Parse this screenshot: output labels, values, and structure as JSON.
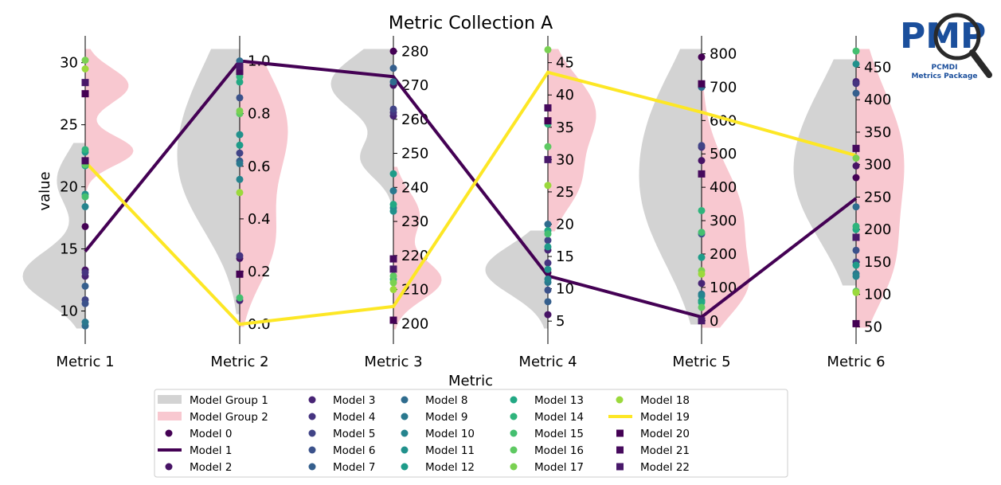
{
  "chart_data": {
    "type": "parallel-coordinate",
    "title": "Metric Collection A",
    "xlabel": "Metric",
    "ylabel": "value",
    "metrics": [
      "Metric 1",
      "Metric 2",
      "Metric 3",
      "Metric 4",
      "Metric 5",
      "Metric 6"
    ],
    "axes": [
      {
        "ylim": [
          8.3,
          31.2
        ],
        "ticks": [
          10,
          15,
          20,
          25,
          30
        ]
      },
      {
        "ylim": [
          -0.03,
          1.05
        ],
        "ticks": [
          "0.0",
          "0.2",
          "0.4",
          "0.6",
          "0.8",
          "1.0"
        ]
      },
      {
        "ylim": [
          197.5,
          281
        ],
        "ticks": [
          200,
          210,
          220,
          230,
          240,
          250,
          260,
          270,
          280
        ]
      },
      {
        "ylim": [
          3.3,
          47.3
        ],
        "ticks": [
          5,
          10,
          15,
          20,
          25,
          30,
          35,
          40,
          45
        ]
      },
      {
        "ylim": [
          -34,
          818
        ],
        "ticks": [
          0,
          100,
          200,
          300,
          400,
          500,
          600,
          700,
          800
        ]
      },
      {
        "ylim": [
          42,
          480
        ],
        "ticks": [
          50,
          100,
          150,
          200,
          250,
          300,
          350,
          400,
          450
        ]
      }
    ],
    "groups": [
      {
        "name": "Model Group 1",
        "color": "#d3d3d3",
        "side": "left"
      },
      {
        "name": "Model Group 2",
        "color": "#f8c8d0",
        "side": "right"
      }
    ],
    "highlighted_lines": [
      {
        "name": "Model 1",
        "color": "#440154",
        "values": [
          14.8,
          1.0,
          272.5,
          12.0,
          11.0,
          248
        ]
      },
      {
        "name": "Model 19",
        "color": "#fde725",
        "values": [
          22.0,
          0.0,
          205.0,
          43.5,
          625,
          314
        ]
      }
    ],
    "legend": [
      "Model Group 1",
      "Model Group 2",
      "Model 0",
      "Model 1",
      "Model 2",
      "Model 3",
      "Model 4",
      "Model 5",
      "Model 6",
      "Model 7",
      "Model 8",
      "Model 9",
      "Model 10",
      "Model 11",
      "Model 12",
      "Model 13",
      "Model 14",
      "Model 15",
      "Model 16",
      "Model 17",
      "Model 18",
      "Model 19",
      "Model 20",
      "Model 21",
      "Model 22"
    ],
    "legend_location": "bottom-center",
    "grid": false,
    "models": [
      {
        "name": "Model 0",
        "marker": "circle",
        "color": "#440154",
        "values": [
          16.8,
          0.98,
          280,
          12.5,
          790,
          280
        ]
      },
      {
        "name": "Model 2",
        "marker": "circle",
        "color": "#471365",
        "values": [
          13.3,
          0.25,
          270,
          6.0,
          480,
          298
        ]
      },
      {
        "name": "Model 3",
        "marker": "circle",
        "color": "#482475",
        "values": [
          12.8,
          0.09,
          261,
          16.0,
          112,
          428
        ]
      },
      {
        "name": "Model 4",
        "marker": "circle",
        "color": "#463480",
        "values": [
          13.1,
          0.26,
          262,
          14.0,
          520,
          425
        ]
      },
      {
        "name": "Model 5",
        "marker": "circle",
        "color": "#414487",
        "values": [
          10.9,
          0.65,
          263,
          17.5,
          525,
          150
        ]
      },
      {
        "name": "Model 6",
        "marker": "circle",
        "color": "#3b528b",
        "values": [
          10.6,
          0.86,
          271,
          9.8,
          260,
          168
        ]
      },
      {
        "name": "Model 7",
        "marker": "circle",
        "color": "#355f8d",
        "values": [
          12.0,
          0.62,
          275,
          8.0,
          700,
          410
        ]
      },
      {
        "name": "Model 8",
        "marker": "circle",
        "color": "#2f6c8e",
        "values": [
          8.8,
          1.0,
          271,
          20.0,
          700,
          235
        ]
      },
      {
        "name": "Model 9",
        "marker": "circle",
        "color": "#2a788e",
        "values": [
          9.1,
          0.61,
          239,
          11.0,
          80,
          132
        ]
      },
      {
        "name": "Model 10",
        "marker": "circle",
        "color": "#25848e",
        "values": [
          18.4,
          0.55,
          234,
          11.5,
          75,
          128
        ]
      },
      {
        "name": "Model 11",
        "marker": "circle",
        "color": "#21918c",
        "values": [
          19.4,
          0.72,
          233,
          13.0,
          60,
          455
        ]
      },
      {
        "name": "Model 12",
        "marker": "circle",
        "color": "#1e9c89",
        "values": [
          22.8,
          0.68,
          244,
          16.5,
          190,
          145
        ]
      },
      {
        "name": "Model 13",
        "marker": "circle",
        "color": "#22a884",
        "values": [
          21.7,
          0.92,
          235,
          19.0,
          55,
          200
        ]
      },
      {
        "name": "Model 14",
        "marker": "circle",
        "color": "#2fb47c",
        "values": [
          23.0,
          0.94,
          213,
          35.5,
          330,
          205
        ]
      },
      {
        "name": "Model 15",
        "marker": "circle",
        "color": "#44bf70",
        "values": [
          19.2,
          0.1,
          216,
          18.5,
          265,
          475
        ]
      },
      {
        "name": "Model 16",
        "marker": "circle",
        "color": "#5ec962",
        "values": [
          21.8,
          0.8,
          214,
          32.0,
          40,
          105
        ]
      },
      {
        "name": "Model 17",
        "marker": "circle",
        "color": "#7ad151",
        "values": [
          30.2,
          0.81,
          212,
          47.0,
          150,
          310
        ]
      },
      {
        "name": "Model 18",
        "marker": "circle",
        "color": "#9bd93c",
        "values": [
          29.5,
          0.5,
          210,
          26.0,
          140,
          103
        ]
      },
      {
        "name": "Model 20",
        "marker": "square",
        "color": "#440154",
        "values": [
          27.5,
          0.19,
          201,
          36.0,
          710,
          55
        ]
      },
      {
        "name": "Model 21",
        "marker": "square",
        "color": "#460a5d",
        "values": [
          22.1,
          0.96,
          219,
          38.0,
          440,
          325
        ]
      },
      {
        "name": "Model 22",
        "marker": "square",
        "color": "#48186a",
        "values": [
          28.4,
          0.98,
          216,
          30.0,
          0,
          188
        ]
      }
    ]
  },
  "logo": {
    "text_line1": "PCMDI",
    "text_line2": "Metrics Package",
    "brand_letters": "PMP"
  }
}
